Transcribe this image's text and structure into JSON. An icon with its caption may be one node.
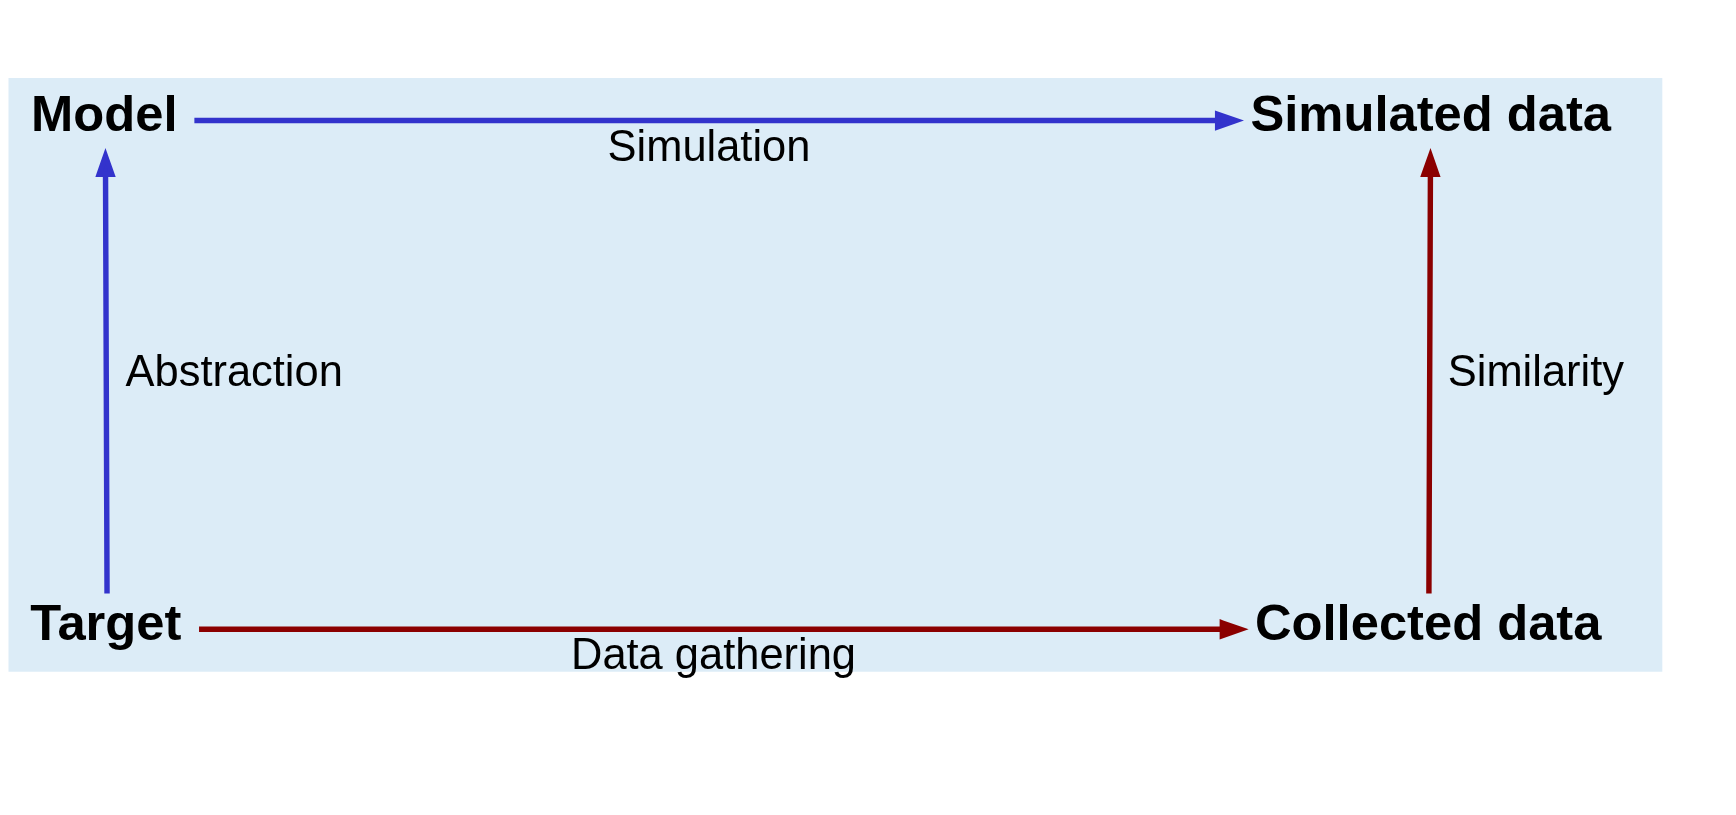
{
  "diagram": {
    "nodes": [
      {
        "text": [
          "Model"
        ]
      },
      {
        "text": [
          "Simulated data"
        ]
      },
      {
        "text": [
          "Target"
        ]
      },
      {
        "text": [
          "Collected data"
        ]
      }
    ],
    "edges": [
      {
        "from": 0,
        "to": 1,
        "arrow": "to",
        "label": "Simulation",
        "color": "#3333cc"
      },
      {
        "from": 2,
        "to": 0,
        "arrow": "to",
        "label": "Abstraction",
        "color": "#3333cc"
      },
      {
        "from": 2,
        "to": 3,
        "arrow": "to",
        "label": "Data gathering",
        "color": "#8b0000"
      },
      {
        "from": 3,
        "to": 1,
        "arrow": "to",
        "label": "Similarity",
        "color": "#8b0000"
      }
    ]
  }
}
